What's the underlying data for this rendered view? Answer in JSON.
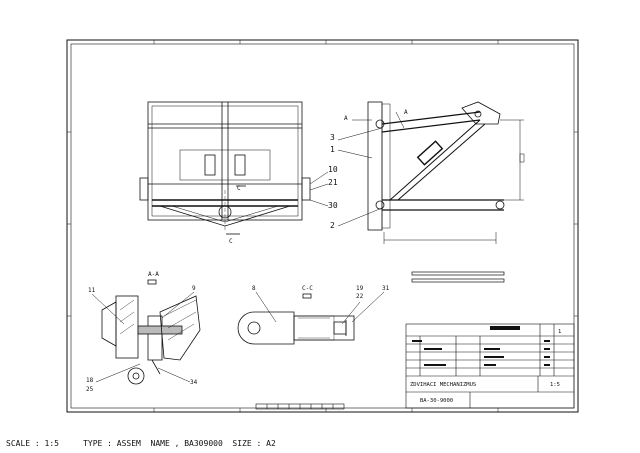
{
  "labels": {
    "view_aa": "A-A",
    "view_cc": "C-C",
    "section_c": "C",
    "section_a": "A",
    "dim_a": "A",
    "part_1": "1",
    "part_2": "2",
    "part_3": "3",
    "part_8": "8",
    "part_9": "9",
    "part_11": "11",
    "part_18": "18",
    "part_19": "19",
    "part_21": "21",
    "part_22": "22",
    "part_25": "25",
    "part_30": "30",
    "part_31": "31",
    "part_34": "34",
    "part_10": "10"
  },
  "title_block": {
    "name": "ZDVIHACI MECHANIZMUS",
    "scale": "1:5",
    "number": "BA-30-9000",
    "sheet": "1"
  },
  "status": {
    "scale_label": "SCALE : 1:5",
    "type_label": "TYPE : ASSEM",
    "name_label": "NAME , BA309000",
    "size_label": "SIZE : A2"
  }
}
